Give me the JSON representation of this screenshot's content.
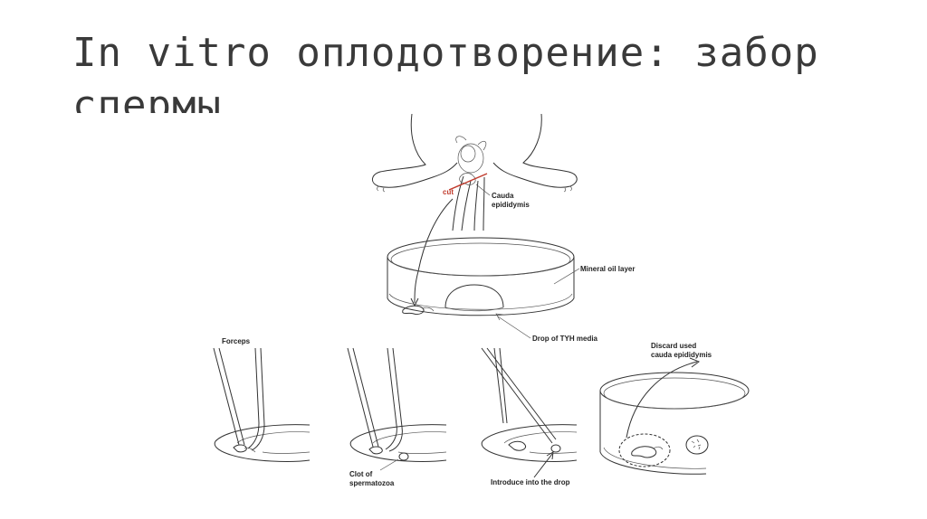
{
  "slide": {
    "title": "In vitro оплодотворение: забор спермы"
  },
  "diagram": {
    "labels": {
      "cut": "cut",
      "cauda_epididymis_line1": "Cauda",
      "cauda_epididymis_line2": "epididymis",
      "mineral_oil_layer": "Mineral oil layer",
      "drop_tyh_media": "Drop of TYH media",
      "forceps": "Forceps",
      "clot_line1": "Clot of",
      "clot_line2": "spermatozoa",
      "introduce": "Introduce into the drop",
      "discard_line1": "Discard used",
      "discard_line2": "cauda epididymis"
    },
    "colors": {
      "cut_line": "#c0392b",
      "outline": "#333333"
    }
  }
}
